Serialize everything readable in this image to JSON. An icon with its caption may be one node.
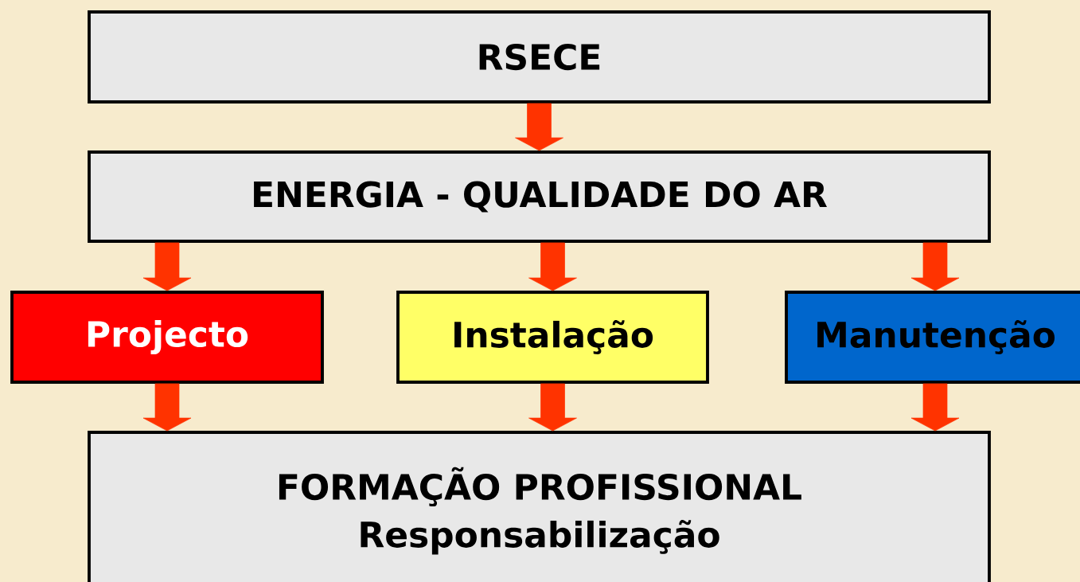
{
  "diagram": {
    "nodes": [
      {
        "text": [
          "RSECE"
        ]
      },
      {
        "text": [
          "ENERGIA   -   QUALIDADE DO AR"
        ]
      },
      {
        "text": [
          "Projecto"
        ]
      },
      {
        "text": [
          "Instalação"
        ]
      },
      {
        "text": [
          "Manutenção"
        ]
      },
      {
        "text": [
          "FORMAÇÃO PROFISSIONAL",
          "Responsabilização"
        ]
      }
    ],
    "edges": [
      {
        "from": 0,
        "to": 1,
        "arrow": "to"
      },
      {
        "from": 1,
        "to": 2,
        "arrow": "to"
      },
      {
        "from": 1,
        "to": 3,
        "arrow": "to"
      },
      {
        "from": 1,
        "to": 4,
        "arrow": "to"
      },
      {
        "from": 2,
        "to": 5,
        "arrow": "to"
      },
      {
        "from": 3,
        "to": 5,
        "arrow": "to"
      },
      {
        "from": 4,
        "to": 5,
        "arrow": "to"
      }
    ]
  }
}
